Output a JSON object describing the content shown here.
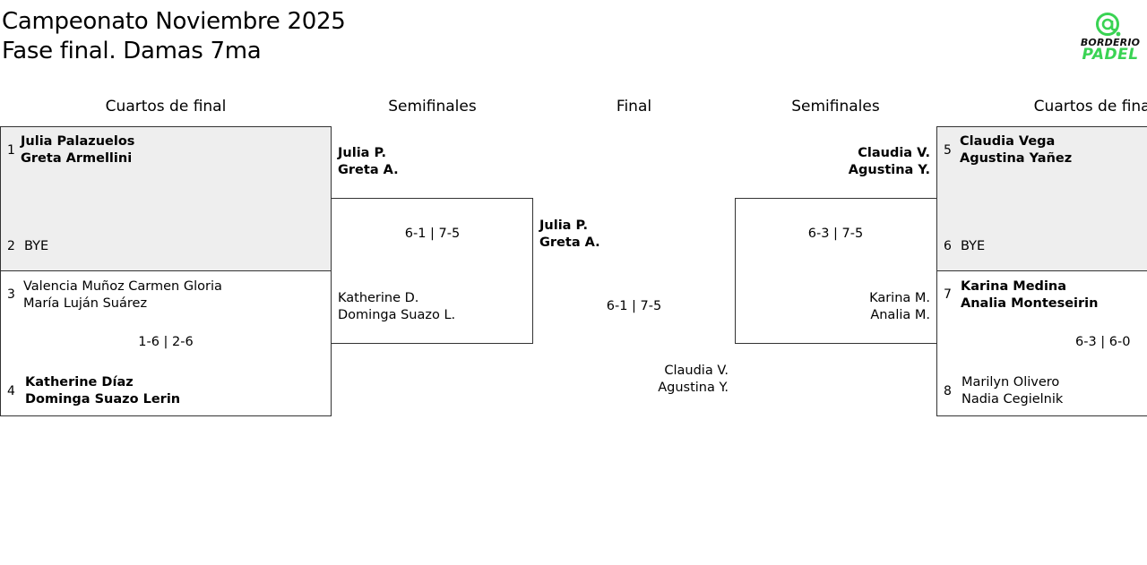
{
  "header": {
    "title_line1": "Campeonato Noviembre 2025",
    "title_line2": "Fase final. Damas 7ma"
  },
  "logo": {
    "icon": "padel-ball-at-icon",
    "brand_top": "BORDERIO",
    "brand_bottom": "PADEL",
    "color_accent": "#39d353"
  },
  "rounds": {
    "left_quarters": "Cuartos de final",
    "left_semis": "Semifinales",
    "final": "Final",
    "right_semis": "Semifinales",
    "right_quarters": "Cuartos de final"
  },
  "left": {
    "qf1": {
      "seed_a": "1",
      "a_p1": "Julia Palazuelos",
      "a_p2": "Greta Armellini",
      "seed_b": "2",
      "b_p1": "BYE"
    },
    "qf2": {
      "seed_a": "3",
      "a_p1": "Valencia Muñoz Carmen Gloria",
      "a_p2": "María Luján Suárez",
      "score": "1-6 | 2-6",
      "seed_b": "4",
      "b_p1": "Katherine Díaz",
      "b_p2": "Dominga Suazo Lerin"
    },
    "sf": {
      "a_p1": "Julia P.",
      "a_p2": "Greta A.",
      "score": "6-1 | 7-5",
      "b_p1": "Katherine D.",
      "b_p2": "Dominga Suazo L."
    }
  },
  "final": {
    "a_p1": "Julia P.",
    "a_p2": "Greta A.",
    "score": "6-1 | 7-5",
    "b_p1": "Claudia V.",
    "b_p2": "Agustina Y."
  },
  "right": {
    "sf": {
      "a_p1": "Claudia V.",
      "a_p2": "Agustina Y.",
      "score": "6-3 | 7-5",
      "b_p1": "Karina M.",
      "b_p2": "Analia M."
    },
    "qf1": {
      "seed_a": "5",
      "a_p1": "Claudia Vega",
      "a_p2": "Agustina Yañez",
      "seed_b": "6",
      "b_p1": "BYE"
    },
    "qf2": {
      "seed_a": "7",
      "a_p1": "Karina Medina",
      "a_p2": "Analia Monteseirin",
      "score": "6-3 | 6-0",
      "seed_b": "8",
      "b_p1": "Marilyn Olivero",
      "b_p2": "Nadia Cegielnik"
    }
  }
}
